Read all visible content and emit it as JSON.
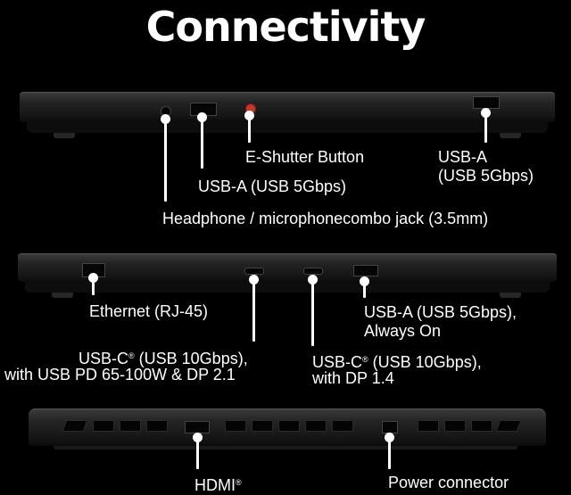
{
  "title": "Connectivity",
  "labels": {
    "e_shutter": "E-Shutter Button",
    "usb_a_right_line1": "USB-A",
    "usb_a_right_line2": "(USB 5Gbps)",
    "usb_a_left": "USB-A (USB 5Gbps)",
    "headphone": "Headphone / microphonecombo jack (3.5mm)",
    "ethernet": "Ethernet (RJ-45)",
    "usb_a_always_on_line1": "USB-A (USB 5Gbps),",
    "usb_a_always_on_line2": "Always On",
    "usb_c_pd_line1": "USB-C",
    "usb_c_pd_line1_rest": " (USB 10Gbps),",
    "usb_c_pd_line2": "with USB PD 65-100W & DP 2.1",
    "usb_c_dp_line1": "USB-C",
    "usb_c_dp_line1_rest": " (USB 10Gbps),",
    "usb_c_dp_line2": "with DP 1.4",
    "registered_mark": "®",
    "hdmi": "HDMI",
    "power": "Power connector"
  },
  "colors": {
    "background": "#000000",
    "text": "#ffffff",
    "shutter_accent": "#c0392b"
  }
}
